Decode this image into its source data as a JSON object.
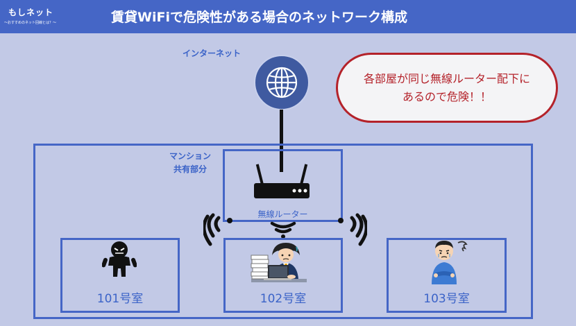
{
  "header": {
    "logo_main": "もしネット",
    "logo_sub": "〜おすすめのネット回線とは？〜",
    "title": "賃貸WiFiで危険性がある場合のネットワーク構成"
  },
  "internet": {
    "label": "インターネット",
    "icon": "globe-icon"
  },
  "common_area": {
    "label_line1": "マンション",
    "label_line2": "共有部分"
  },
  "router": {
    "label": "無線ルーター",
    "icon": "router-icon"
  },
  "rooms": [
    {
      "label": "101号室",
      "occupant_icon": "intruder-icon"
    },
    {
      "label": "102号室",
      "occupant_icon": "worker-icon"
    },
    {
      "label": "103号室",
      "occupant_icon": "worried-person-icon"
    }
  ],
  "callout": {
    "line1": "各部屋が同じ無線ルーター配下に",
    "line2": "あるので危険！！"
  },
  "colors": {
    "background": "#c2c9e6",
    "header": "#4566c6",
    "frame": "#4566c6",
    "warning": "#b4222a"
  }
}
